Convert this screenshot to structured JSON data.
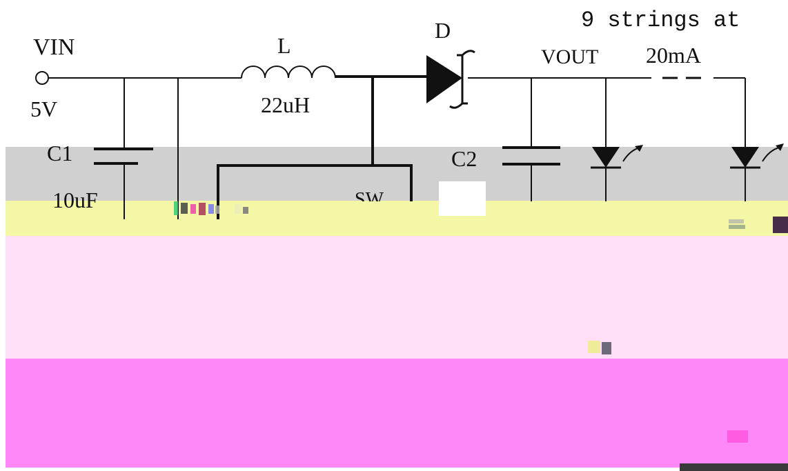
{
  "labels": {
    "vin": "VIN",
    "vin_voltage": "5V",
    "inductor": "L",
    "inductor_value": "22uH",
    "diode": "D",
    "vout": "VOUT",
    "strings_line1": "9 strings at",
    "strings_line2": "20mA",
    "c1": "C1",
    "c1_value": "10uF",
    "c2": "C2",
    "sw_pin": "SW"
  },
  "colors": {
    "wire": "#111111",
    "gray_band": "#d0d0d0",
    "yellow_band": "#f3f7a6",
    "light_pink_band": "#ffdff8",
    "magenta_band": "#ff88f8",
    "background": "#ffffff"
  }
}
